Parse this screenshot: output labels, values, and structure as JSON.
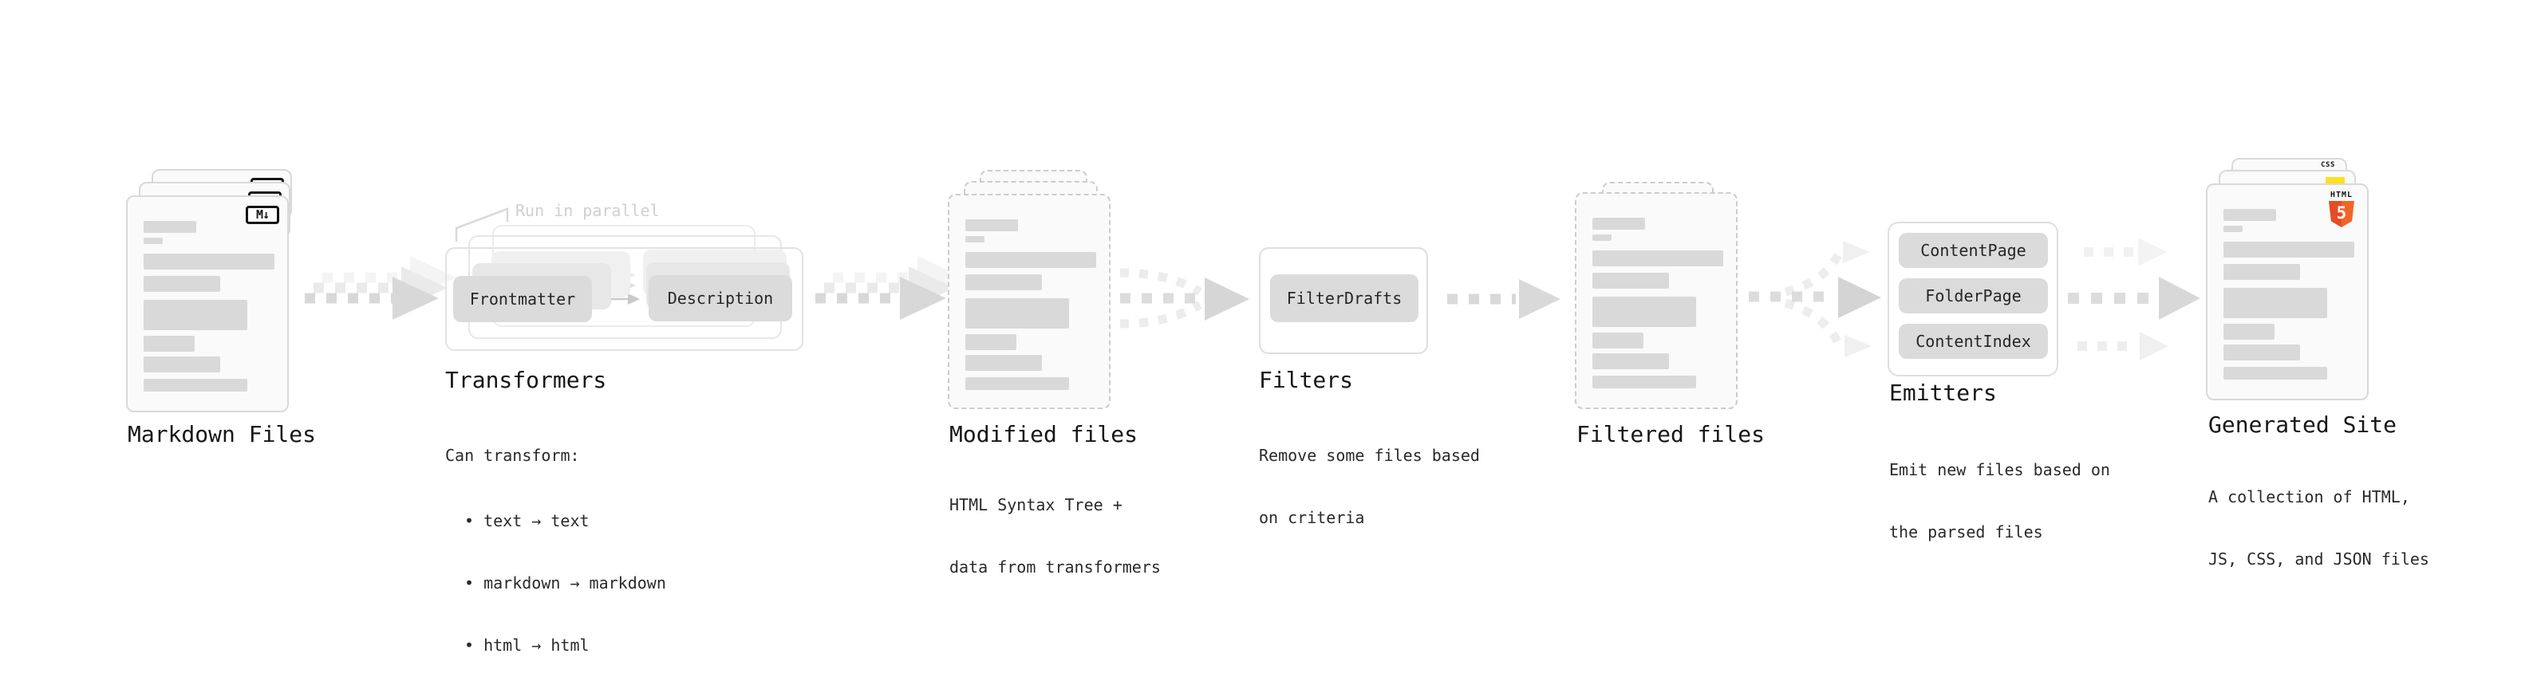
{
  "palette": {
    "html_orange": "#e44d26",
    "html_orange_light": "#f16529",
    "js_yellow": "#ffdf1e",
    "css_blue": "#2965f1",
    "pill_gray": "#dbdbdb",
    "bar_gray": "#d9d9d9",
    "text_dark": "#171717",
    "muted_annotation": "#d0d0d0"
  },
  "stages": {
    "markdown": {
      "label": "Markdown Files",
      "badge": "M↓"
    },
    "transformers": {
      "label": "Transformers",
      "annotation": "Run in parallel",
      "pills": [
        "Frontmatter",
        "Description"
      ],
      "desc_title": "Can transform:",
      "bullets": [
        "• text → text",
        "• markdown → markdown",
        "• html → html"
      ]
    },
    "modified": {
      "label": "Modified files",
      "desc": [
        "HTML Syntax Tree +",
        "data from transformers"
      ]
    },
    "filters": {
      "label": "Filters",
      "pill": "FilterDrafts",
      "desc": [
        "Remove some files based",
        "on criteria"
      ]
    },
    "filtered": {
      "label": "Filtered files"
    },
    "emitters": {
      "label": "Emitters",
      "pills": [
        "ContentPage",
        "FolderPage",
        "ContentIndex"
      ],
      "desc": [
        "Emit new files based on",
        "the parsed files"
      ]
    },
    "generated": {
      "label": "Generated Site",
      "desc": [
        "A collection of HTML,",
        "JS, CSS, and JSON files"
      ],
      "badges": {
        "css": "CSS",
        "html": "HTML",
        "five": "5"
      }
    }
  }
}
